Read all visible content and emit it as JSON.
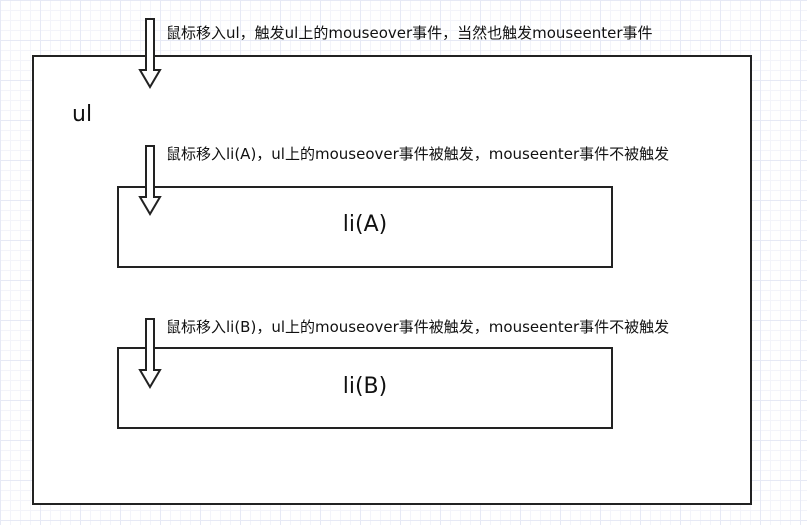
{
  "nodes": {
    "ul": {
      "label": "ul"
    },
    "li_a": {
      "label": "li(A)"
    },
    "li_b": {
      "label": "li(B)"
    }
  },
  "annotations": {
    "ul_enter": "鼠标移入ul，触发ul上的mouseover事件，当然也触发mouseenter事件",
    "li_a_enter": "鼠标移入li(A)，ul上的mouseover事件被触发，mouseenter事件不被触发",
    "li_b_enter": "鼠标移入li(B)，ul上的mouseover事件被触发，mouseenter事件不被触发"
  },
  "icons": {
    "arrow": "hollow-down-arrow-icon"
  }
}
